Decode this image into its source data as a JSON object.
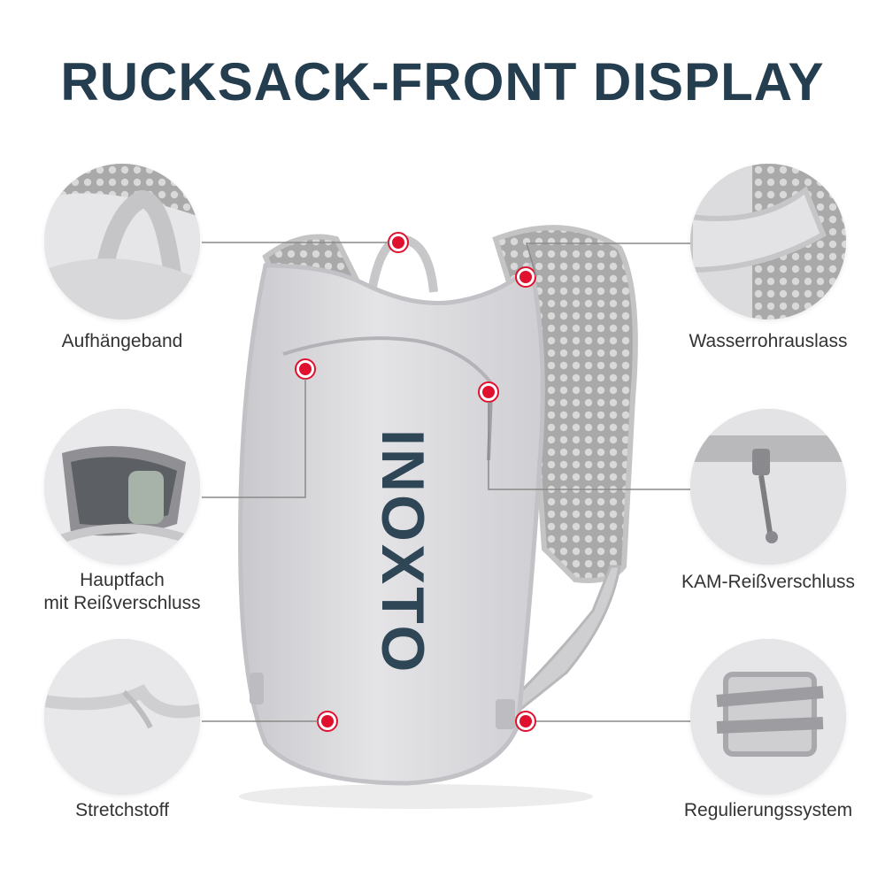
{
  "title": "RUCKSACK-FRONT DISPLAY",
  "brand": "INOXTO",
  "colors": {
    "title": "#253e4f",
    "hotspot": "#e0102f",
    "leader_line": "#8a8a8a",
    "fabric": "#d9d9dc",
    "mesh": "#bcbcbc"
  },
  "features": {
    "aufhaengeband": {
      "lines": [
        "Aufhängeband"
      ]
    },
    "hauptfach": {
      "lines": [
        "Hauptfach",
        "mit Reißverschluss"
      ]
    },
    "stretchstoff": {
      "lines": [
        "Stretchstoff"
      ]
    },
    "wasserrohrauslass": {
      "lines": [
        "Wasserrohrauslass"
      ]
    },
    "kam_reissverschluss": {
      "lines": [
        "KAM-Reißverschluss"
      ]
    },
    "regulierungssystem": {
      "lines": [
        "Regulierungssystem"
      ]
    }
  }
}
